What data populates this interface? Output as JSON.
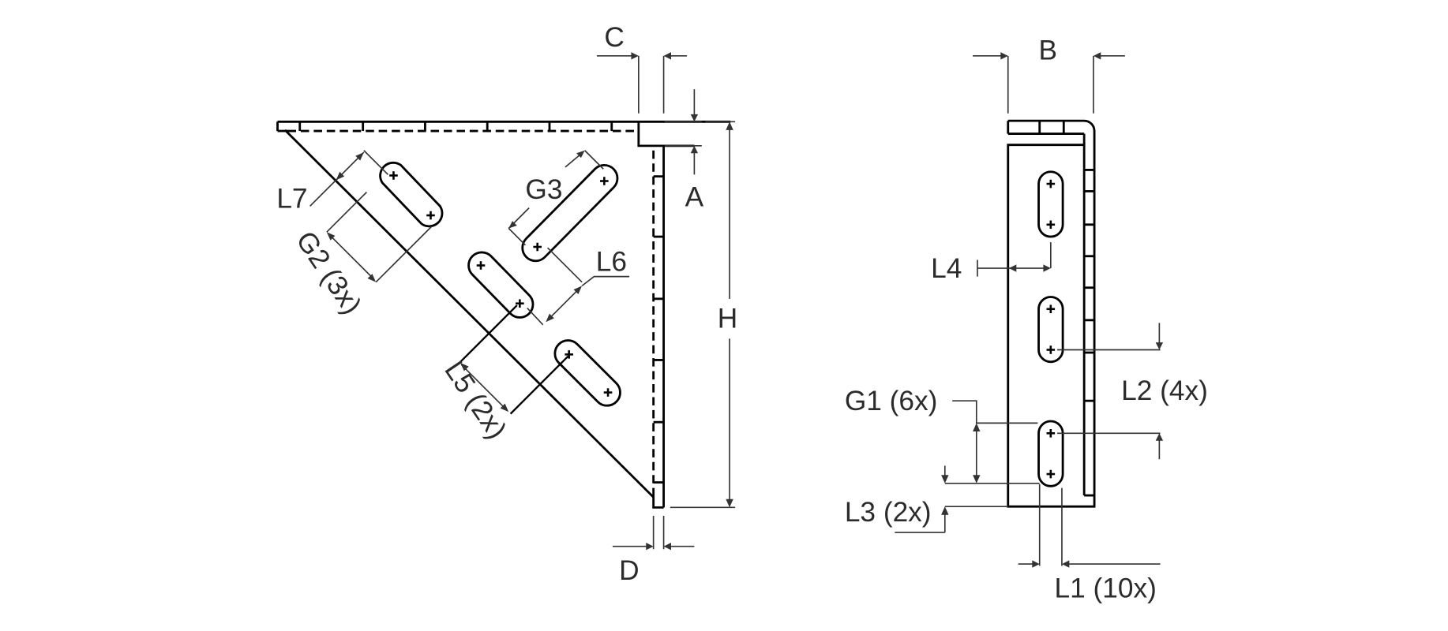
{
  "drawing": {
    "title": "Angle bracket dimension drawing",
    "line_color": "#000000",
    "dimension_color": "#333333",
    "side_view": {
      "labels": {
        "A": "A",
        "C": "C",
        "D": "D",
        "H": "H",
        "G2": "G2 (3x)",
        "G3": "G3",
        "L5": "L5 (2x)",
        "L6": "L6",
        "L7": "L7"
      }
    },
    "front_view": {
      "labels": {
        "B": "B",
        "L1": "L1 (10x)",
        "L2": "L2 (4x)",
        "L3": "L3 (2x)",
        "L4": "L4",
        "G1": "G1 (6x)"
      }
    }
  }
}
